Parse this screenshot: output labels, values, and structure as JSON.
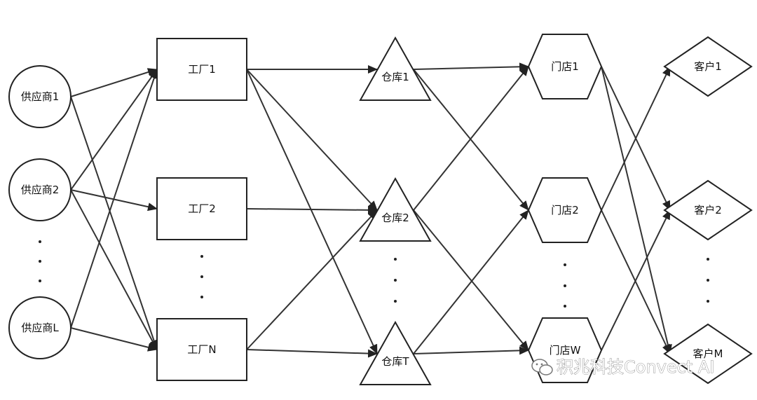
{
  "diagram": {
    "layers": [
      {
        "id": "suppliers",
        "shape": "circle",
        "nodes": [
          {
            "id": "s1",
            "label": "供应商1"
          },
          {
            "id": "s2",
            "label": "供应商2"
          },
          {
            "id": "sL",
            "label": "供应商L"
          }
        ],
        "ellipsis": "⋮"
      },
      {
        "id": "factories",
        "shape": "rect",
        "nodes": [
          {
            "id": "f1",
            "label": "工厂1"
          },
          {
            "id": "f2",
            "label": "工厂2"
          },
          {
            "id": "fN",
            "label": "工厂N"
          }
        ],
        "ellipsis": "⋮"
      },
      {
        "id": "warehouses",
        "shape": "triangle",
        "nodes": [
          {
            "id": "w1",
            "label": "仓库1"
          },
          {
            "id": "w2",
            "label": "仓库2"
          },
          {
            "id": "wT",
            "label": "仓库T"
          }
        ],
        "ellipsis": "⋮"
      },
      {
        "id": "stores",
        "shape": "hexagon",
        "nodes": [
          {
            "id": "st1",
            "label": "门店1"
          },
          {
            "id": "st2",
            "label": "门店2"
          },
          {
            "id": "stW",
            "label": "门店W"
          }
        ],
        "ellipsis": "⋮"
      },
      {
        "id": "customers",
        "shape": "diamond",
        "nodes": [
          {
            "id": "c1",
            "label": "客户1"
          },
          {
            "id": "c2",
            "label": "客户2"
          },
          {
            "id": "cM",
            "label": "客户M"
          }
        ],
        "ellipsis": "⋮"
      }
    ],
    "edges": [
      [
        "s1",
        "f1"
      ],
      [
        "s1",
        "fN"
      ],
      [
        "s2",
        "f1"
      ],
      [
        "s2",
        "f2"
      ],
      [
        "s2",
        "fN"
      ],
      [
        "sL",
        "f1"
      ],
      [
        "sL",
        "fN"
      ],
      [
        "f1",
        "w1"
      ],
      [
        "f1",
        "w2"
      ],
      [
        "f1",
        "wT"
      ],
      [
        "f2",
        "w2"
      ],
      [
        "fN",
        "w2"
      ],
      [
        "fN",
        "wT"
      ],
      [
        "w1",
        "st1"
      ],
      [
        "w1",
        "st2"
      ],
      [
        "w2",
        "st1"
      ],
      [
        "w2",
        "stW"
      ],
      [
        "wT",
        "st2"
      ],
      [
        "wT",
        "stW"
      ],
      [
        "st1",
        "c2"
      ],
      [
        "st1",
        "cM"
      ],
      [
        "st2",
        "c1"
      ],
      [
        "st2",
        "cM"
      ],
      [
        "stW",
        "c2"
      ]
    ]
  },
  "watermark": {
    "icon": "wechat-icon",
    "text": "积兆科技Convect AI"
  }
}
